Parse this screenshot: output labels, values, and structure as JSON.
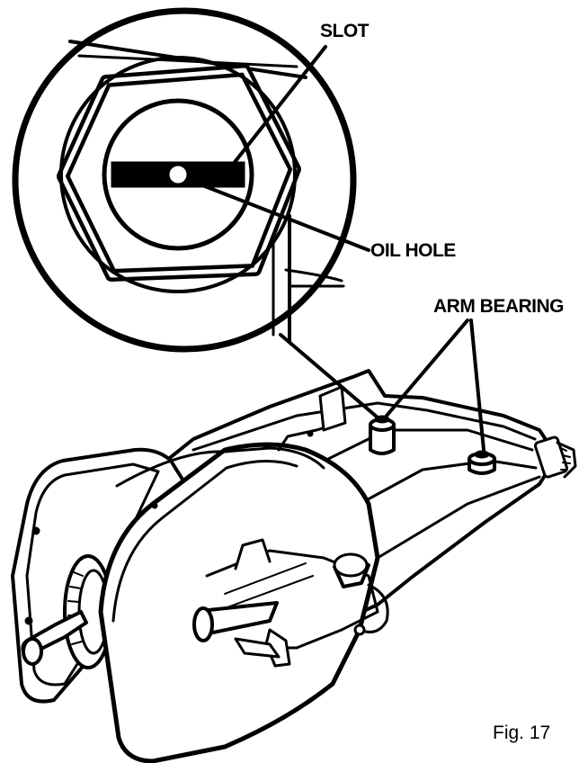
{
  "callouts": {
    "slot": "SLOT",
    "oil_hole": "OIL HOLE",
    "arm_bearing": "ARM BEARING"
  },
  "figure_label": "Fig. 17",
  "colors": {
    "ink": "#000000",
    "paper": "#ffffff",
    "shade": "#e9e9e9"
  }
}
